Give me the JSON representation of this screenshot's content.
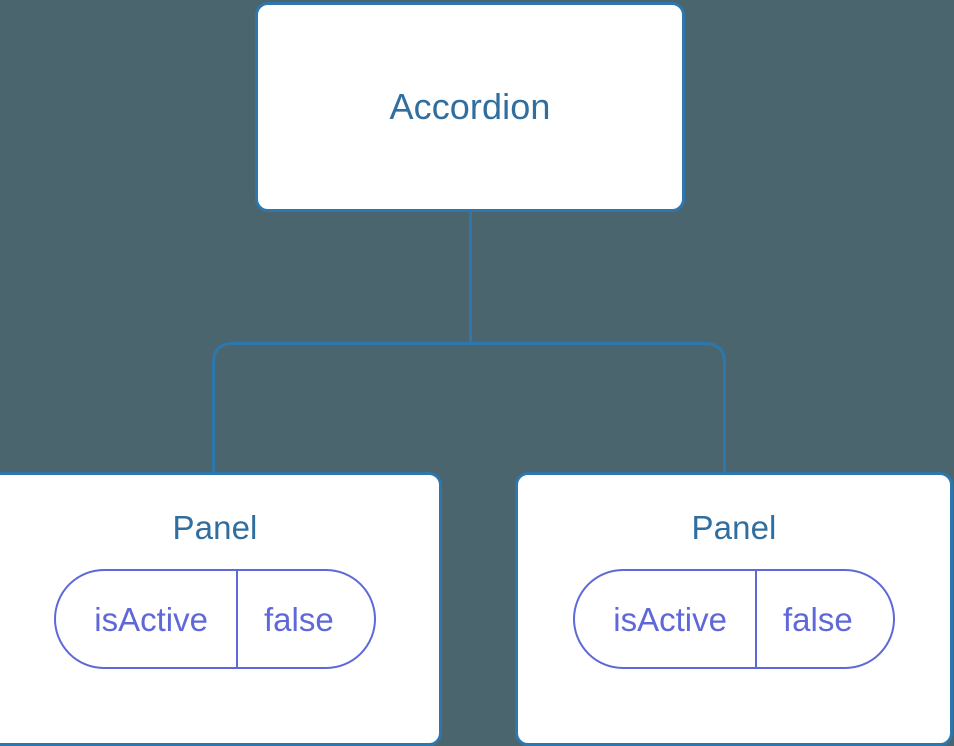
{
  "diagram": {
    "type": "component-tree",
    "background_color": "#4b656e",
    "node_border_color": "#2d77ad",
    "node_fill_color": "#ffffff",
    "node_text_color": "#2f6e9f",
    "connector_color": "#2d77ad",
    "prop_color": "#5f68d8",
    "root": {
      "label": "Accordion"
    },
    "children": [
      {
        "label": "Panel",
        "props": [
          {
            "key": "isActive",
            "value": "false"
          }
        ]
      },
      {
        "label": "Panel",
        "props": [
          {
            "key": "isActive",
            "value": "false"
          }
        ]
      }
    ]
  }
}
